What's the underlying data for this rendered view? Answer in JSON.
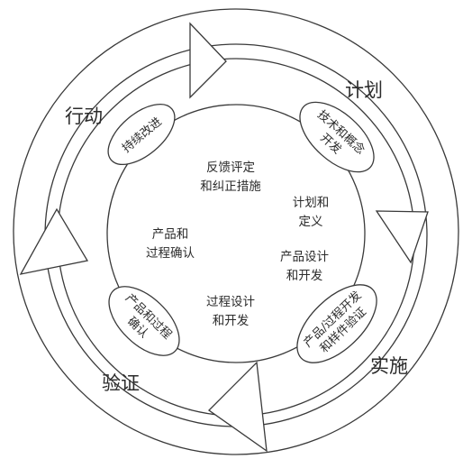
{
  "phases": {
    "plan": "计划",
    "do": "实施",
    "check": "验证",
    "act": "行动"
  },
  "stages": [
    {
      "id": "concept",
      "lines": [
        "技术和概念",
        "开发"
      ]
    },
    {
      "id": "prototype",
      "lines": [
        "产品/过程开发",
        "和样件验证"
      ]
    },
    {
      "id": "validation",
      "lines": [
        "产品和过程",
        "确认"
      ]
    },
    {
      "id": "improve",
      "lines": [
        "持续改进"
      ]
    }
  ],
  "inner": {
    "feedback": [
      "反馈评定",
      "和纠正措施"
    ],
    "plan_define": [
      "计划和",
      "定义"
    ],
    "product_design": [
      "产品设计",
      "和开发"
    ],
    "process_design": [
      "过程设计",
      "和开发"
    ],
    "product_validation": [
      "产品和",
      "过程确认"
    ]
  }
}
